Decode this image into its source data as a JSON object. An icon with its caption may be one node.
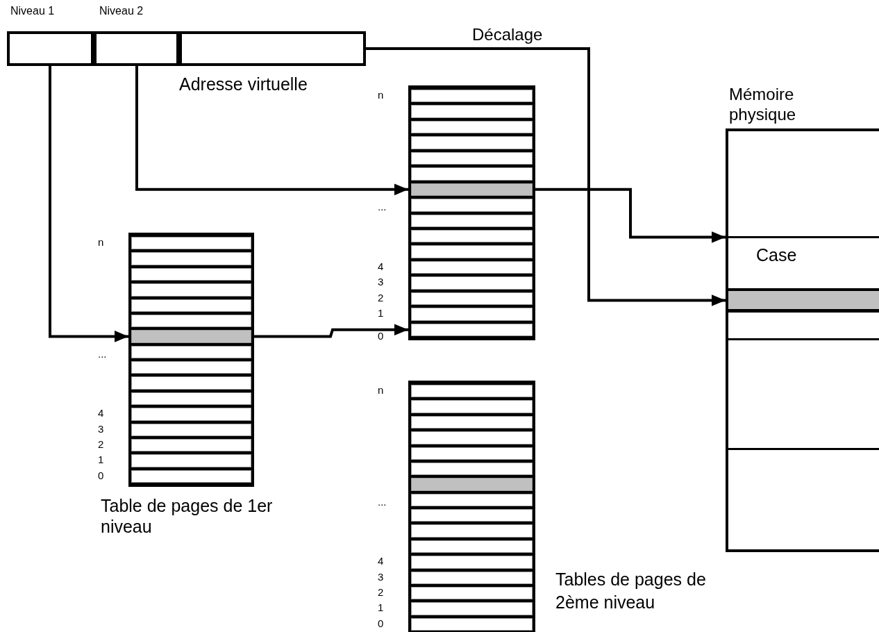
{
  "diagram": {
    "nodes": [
      {
        "text": [],
        "shape": "box",
        "beside": [
          "Adresse virtuelle"
        ]
      },
      {
        "text": [],
        "shape": "box",
        "in": 0,
        "beside": [
          "Niveau 1"
        ]
      },
      {
        "text": [],
        "shape": "box",
        "in": 0,
        "beside": [
          "Niveau 2"
        ]
      },
      {
        "text": [],
        "shape": "box",
        "in": 0
      },
      {
        "text": [],
        "shape": "box",
        "beside": [
          "n",
          "...",
          "4",
          "3",
          "2",
          "1",
          "0",
          "Table de pages de 1er niveau"
        ]
      },
      {
        "text": [],
        "shape": "bar",
        "in": 4
      },
      {
        "text": [],
        "shape": "bar",
        "in": 4
      },
      {
        "text": [],
        "shape": "bar",
        "in": 4
      },
      {
        "text": [],
        "shape": "bar",
        "in": 4
      },
      {
        "text": [],
        "shape": "bar",
        "in": 4
      },
      {
        "text": [],
        "shape": "bar",
        "in": 4
      },
      {
        "text": [],
        "shape": "bar",
        "in": 4
      },
      {
        "text": [],
        "shape": "bar",
        "in": 4
      },
      {
        "text": [],
        "shape": "bar",
        "in": 4
      },
      {
        "text": [],
        "shape": "bar",
        "in": 4
      },
      {
        "text": [],
        "shape": "bar",
        "in": 4
      },
      {
        "text": [],
        "shape": "bar",
        "in": 4
      },
      {
        "text": [],
        "shape": "bar",
        "in": 4
      },
      {
        "text": [],
        "shape": "bar",
        "in": 4
      },
      {
        "text": [],
        "shape": "bar",
        "in": 4
      },
      {
        "text": [],
        "shape": "bar",
        "in": 4
      },
      {
        "text": [],
        "shape": "box",
        "beside": [
          "n",
          "...",
          "4",
          "3",
          "2",
          "1",
          "0"
        ]
      },
      {
        "text": [],
        "shape": "bar",
        "in": 21
      },
      {
        "text": [],
        "shape": "bar",
        "in": 21
      },
      {
        "text": [],
        "shape": "bar",
        "in": 21
      },
      {
        "text": [],
        "shape": "bar",
        "in": 21
      },
      {
        "text": [],
        "shape": "bar",
        "in": 21
      },
      {
        "text": [],
        "shape": "bar",
        "in": 21
      },
      {
        "text": [],
        "shape": "bar",
        "in": 21
      },
      {
        "text": [],
        "shape": "bar",
        "in": 21
      },
      {
        "text": [],
        "shape": "bar",
        "in": 21
      },
      {
        "text": [],
        "shape": "bar",
        "in": 21
      },
      {
        "text": [],
        "shape": "bar",
        "in": 21
      },
      {
        "text": [],
        "shape": "bar",
        "in": 21
      },
      {
        "text": [],
        "shape": "bar",
        "in": 21
      },
      {
        "text": [],
        "shape": "bar",
        "in": 21
      },
      {
        "text": [],
        "shape": "bar",
        "in": 21
      },
      {
        "text": [],
        "shape": "bar",
        "in": 21
      },
      {
        "text": [],
        "shape": "box",
        "beside": [
          "n",
          "...",
          "4",
          "3",
          "2",
          "1",
          "0"
        ]
      },
      {
        "text": [],
        "shape": "bar",
        "in": 38
      },
      {
        "text": [],
        "shape": "bar",
        "in": 38
      },
      {
        "text": [],
        "shape": "bar",
        "in": 38
      },
      {
        "text": [],
        "shape": "bar",
        "in": 38
      },
      {
        "text": [],
        "shape": "bar",
        "in": 38
      },
      {
        "text": [],
        "shape": "bar",
        "in": 38
      },
      {
        "text": [],
        "shape": "bar",
        "in": 38
      },
      {
        "text": [],
        "shape": "bar",
        "in": 38
      },
      {
        "text": [],
        "shape": "bar",
        "in": 38
      },
      {
        "text": [],
        "shape": "bar",
        "in": 38
      },
      {
        "text": [],
        "shape": "bar",
        "in": 38
      },
      {
        "text": [],
        "shape": "bar",
        "in": 38
      },
      {
        "text": [],
        "shape": "bar",
        "in": 38
      },
      {
        "text": [],
        "shape": "bar",
        "in": 38
      },
      {
        "text": [],
        "shape": "bar",
        "in": 38
      },
      {
        "text": [],
        "shape": "bar",
        "in": 38
      },
      {
        "text": [],
        "shape": "box",
        "beside": [
          "Mémoire physique"
        ]
      },
      {
        "text": [
          "Case"
        ],
        "in": 55
      },
      {
        "text": [],
        "shape": "bar",
        "in": 56
      }
    ],
    "edges": [
      {
        "from": 1,
        "to": 11,
        "arrow": "to"
      },
      {
        "from": 11,
        "to": 37,
        "arrow": "to"
      },
      {
        "from": 2,
        "to": 28,
        "arrow": "to"
      },
      {
        "from": 28,
        "to": 56,
        "arrow": "to"
      },
      {
        "from": 3,
        "to": 57,
        "arrow": "to",
        "label": "Décalage"
      }
    ],
    "labels": [
      "Tables de pages de 2ème niveau"
    ]
  }
}
